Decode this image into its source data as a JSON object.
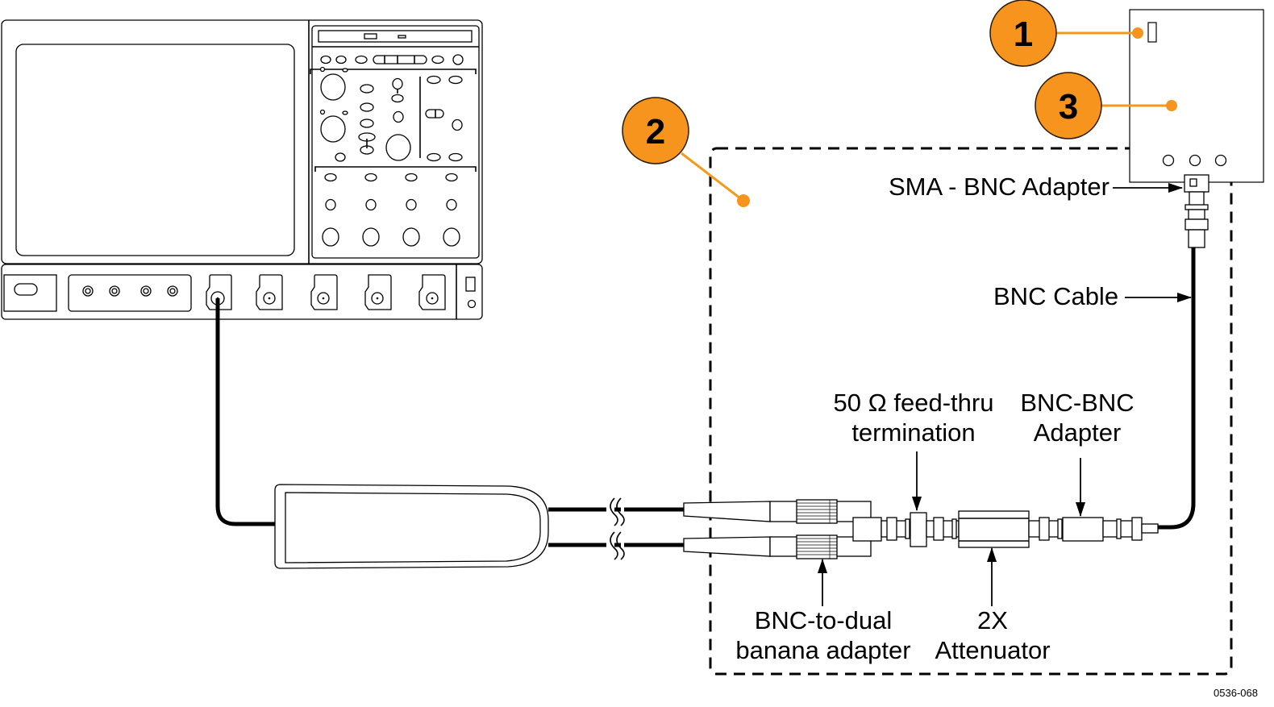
{
  "diagram": {
    "figure_id": "0536-068",
    "callouts": [
      {
        "number": "1",
        "target": "generator-output-switch"
      },
      {
        "number": "2",
        "target": "test-fixture-assembly"
      },
      {
        "number": "3",
        "target": "signal-generator"
      }
    ],
    "labels": {
      "sma_bnc_adapter": "SMA - BNC Adapter",
      "bnc_cable": "BNC Cable",
      "feedthru_line1": "50 Ω feed-thru",
      "feedthru_line2": "termination",
      "bnc_bnc_line1": "BNC-BNC",
      "bnc_bnc_line2": "Adapter",
      "banana_line1": "BNC-to-dual",
      "banana_line2": "banana adapter",
      "attenuator_line1": "2X",
      "attenuator_line2": "Attenuator"
    },
    "colors": {
      "callout_fill": "#f7941d",
      "callout_line": "#f39a1c",
      "stroke": "#000000"
    }
  }
}
